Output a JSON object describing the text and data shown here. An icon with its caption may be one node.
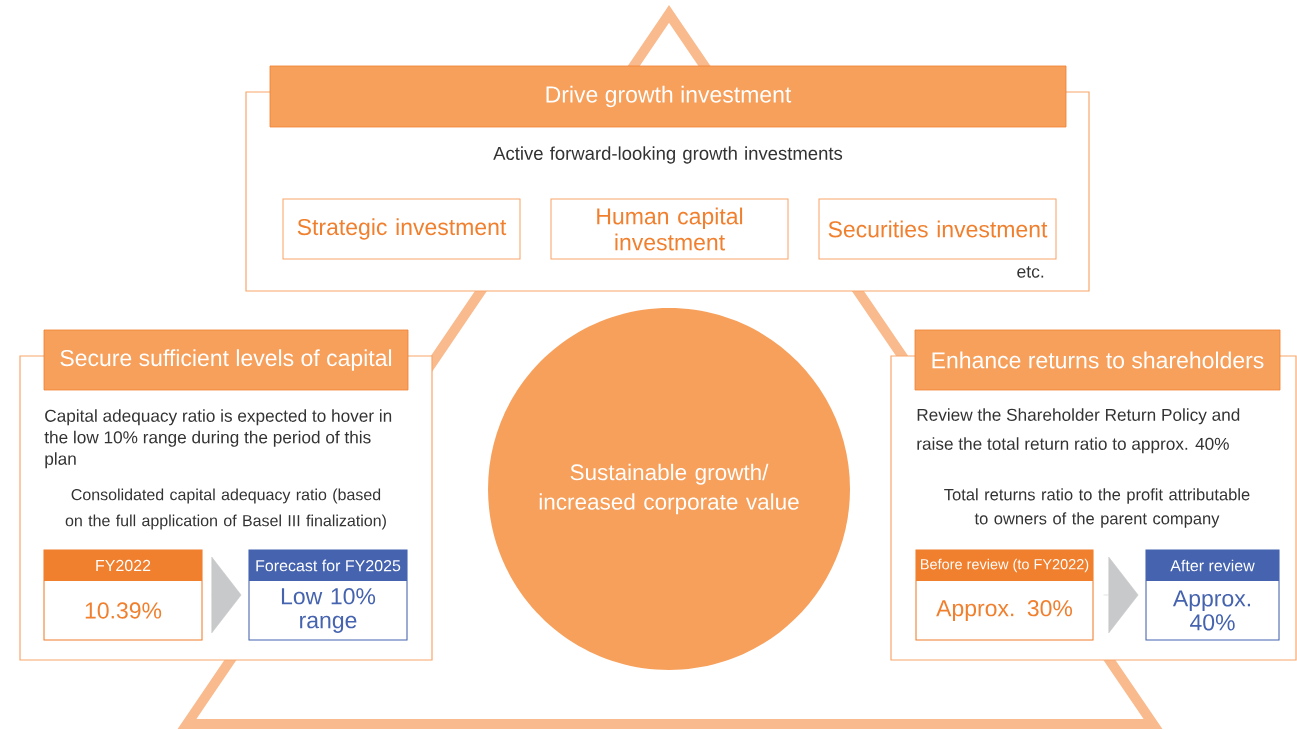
{
  "diagram": {
    "nodes": [
      {
        "text": [
          "Drive growth investment",
          "Active forward-looking growth investments"
        ],
        "beside": [
          "etc."
        ]
      },
      {
        "text": [
          "Strategic investment"
        ],
        "in": 0
      },
      {
        "text": [
          "Human capital investment"
        ],
        "in": 0
      },
      {
        "text": [
          "Securities investment"
        ],
        "in": 0
      },
      {
        "text": [
          "Secure sufficient levels of capital",
          "Capital adequacy ratio is expected to hover in the low 10% range during the period of this plan",
          "Consolidated capital adequacy ratio (based on the full application of Basel III finalization)"
        ]
      },
      {
        "text": [
          "FY2022",
          "10.39%"
        ],
        "in": 4
      },
      {
        "text": [
          "Forecast for FY2025",
          "Low 10% range"
        ],
        "in": 4
      },
      {
        "text": [
          "Enhance returns to shareholders",
          "Review the Shareholder Return Policy and raise the total return ratio to approx. 40%",
          "Total returns ratio to the profit attributable to owners of the parent company"
        ]
      },
      {
        "text": [
          "Before review (to FY2022)",
          "Approx. 30%"
        ],
        "in": 7
      },
      {
        "text": [
          "After review",
          "Approx. 40%"
        ],
        "in": 7
      },
      {
        "text": [
          "Sustainable growth/ increased corporate value"
        ]
      }
    ],
    "edges": [
      {
        "from": 5,
        "to": 6,
        "arrow": "to"
      },
      {
        "from": 8,
        "to": 9,
        "arrow": "to"
      }
    ]
  }
}
